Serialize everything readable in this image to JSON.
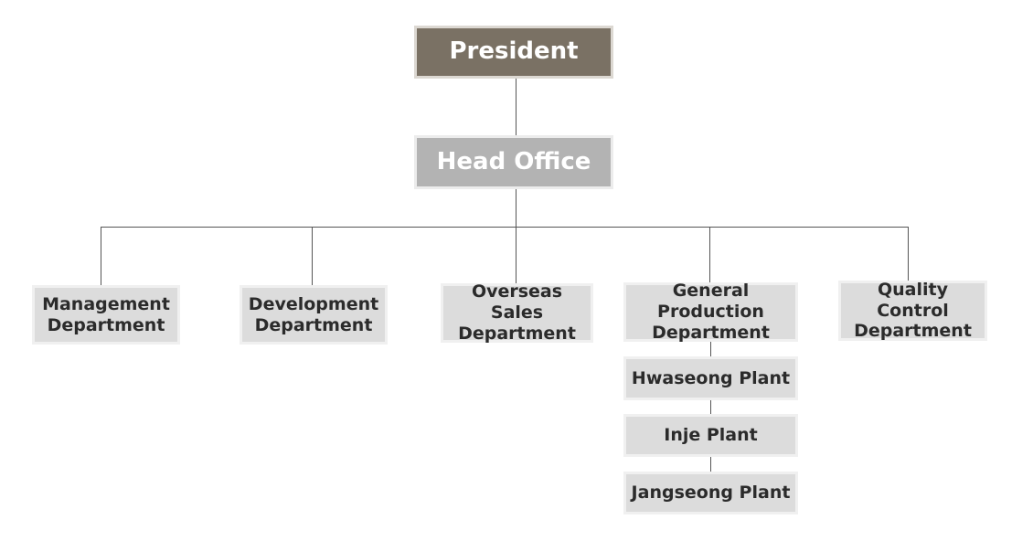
{
  "chart": {
    "president": "President",
    "head_office": "Head Office",
    "departments": [
      {
        "label": "Management\nDepartment"
      },
      {
        "label": "Development\nDepartment"
      },
      {
        "label": "Overseas Sales\nDepartment"
      },
      {
        "label": "General Production\nDepartment"
      },
      {
        "label": "Quality Control\nDepartment"
      }
    ],
    "plants": [
      "Hwaseong Plant",
      "Inje Plant",
      "Jangseong Plant"
    ]
  },
  "colors": {
    "top_fill": "#7a7164",
    "office_fill": "#b3b3b3",
    "dept_fill": "#dcdcdc",
    "line": "#555555"
  }
}
